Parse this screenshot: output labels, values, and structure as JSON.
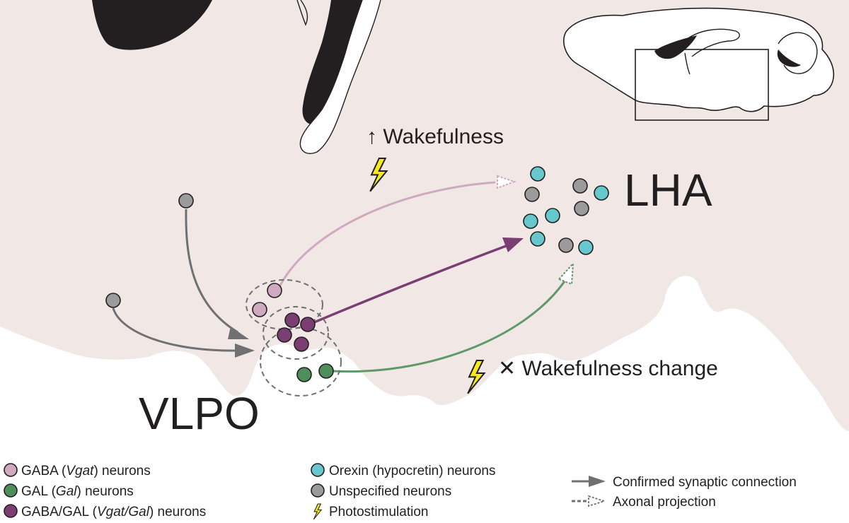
{
  "regions": {
    "lha": "LHA",
    "vlpo": "VLPO"
  },
  "effects": {
    "increase_wake": "↑ Wakefulness",
    "no_change": "✕ Wakefulness change"
  },
  "colors": {
    "tissue": "#f1e8e6",
    "gaba": "#cfa9bf",
    "gal": "#4e8e5b",
    "gaba_gal": "#7a3e73",
    "orexin": "#66c7cc",
    "unspecified": "#9b9b9b",
    "arrow_gray": "#6f7072",
    "arrow_gaba": "#cfa9bf",
    "arrow_gaba_gal": "#7a3e73",
    "arrow_gal": "#5d9a68",
    "bolt": "#f6eb16"
  },
  "legend": {
    "cells": [
      {
        "pre": "GABA (",
        "italic": "Vgat",
        "post": ") neurons",
        "color": "gaba"
      },
      {
        "pre": "GAL (",
        "italic": "Gal",
        "post": ") neurons",
        "color": "gal"
      },
      {
        "pre": "GABA/GAL (",
        "italic": "Vgat/Gal",
        "post": ") neurons",
        "color": "gaba_gal"
      }
    ],
    "types": [
      {
        "label": "Orexin (hypocretin) neurons",
        "color": "orexin"
      },
      {
        "label": "Unspecified neurons",
        "color": "unspecified"
      }
    ],
    "stim": {
      "label": "Photostimulation",
      "icon": "lightning-bolt-icon"
    },
    "arrows": [
      {
        "label": "Confirmed synaptic connection",
        "style": "solid"
      },
      {
        "label": "Axonal projection",
        "style": "dashed-open"
      }
    ]
  }
}
